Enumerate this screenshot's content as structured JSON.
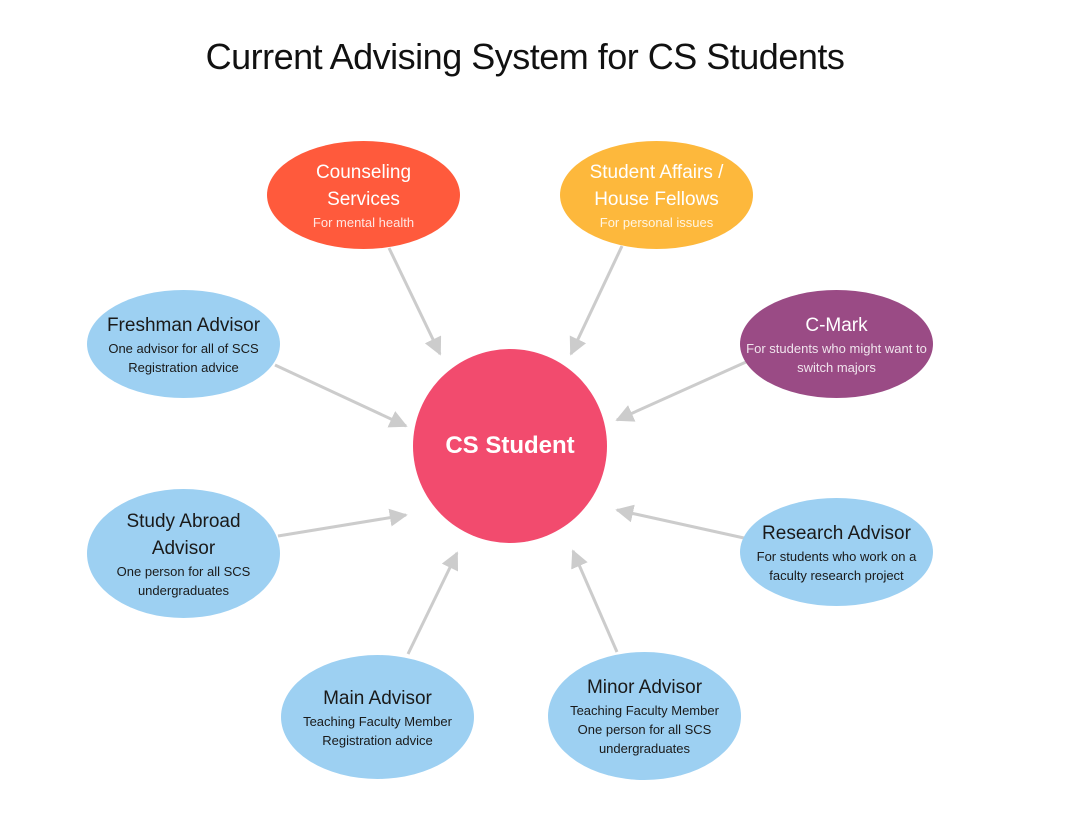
{
  "title": "Current Advising System for CS Students",
  "colors": {
    "arrow": "#cccccc",
    "blue_node": "#9dd0f2",
    "red_node": "#ff5a3c",
    "orange_node": "#fdb83c",
    "purple_node": "#9a4b85",
    "center_node": "#f24b6e"
  },
  "center": {
    "name": "CS Student"
  },
  "nodes": {
    "counseling": {
      "name": "Counseling\nServices",
      "desc": "For mental health"
    },
    "student_affairs": {
      "name": "Student Affairs /\nHouse Fellows",
      "desc": "For personal issues"
    },
    "cmark": {
      "name": "C-Mark",
      "desc": "For students who might want to\nswitch majors"
    },
    "freshman": {
      "name": "Freshman Advisor",
      "desc": "One advisor for all of SCS\nRegistration advice"
    },
    "study_abroad": {
      "name": "Study Abroad\nAdvisor",
      "desc": "One person for all SCS\nundergraduates"
    },
    "research": {
      "name": "Research Advisor",
      "desc": "For students who work on a\nfaculty research project"
    },
    "main": {
      "name": "Main Advisor",
      "desc": "Teaching Faculty Member\nRegistration advice"
    },
    "minor": {
      "name": "Minor Advisor",
      "desc": "Teaching Faculty Member\nOne person for all SCS\nundergraduates"
    }
  }
}
